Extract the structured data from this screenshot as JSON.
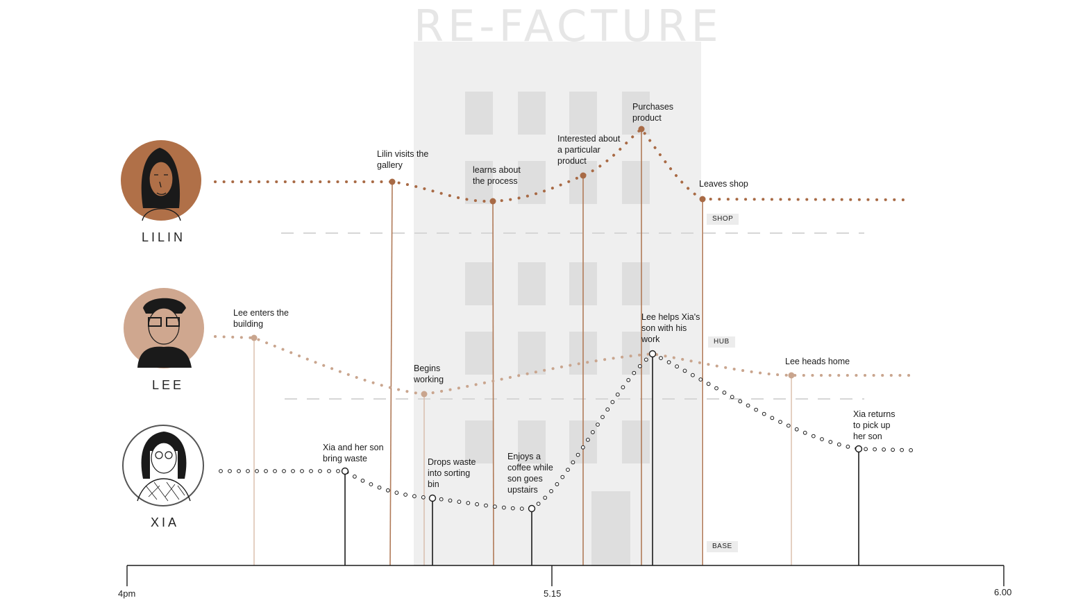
{
  "title": "RE-FACTURE",
  "zone_tags": [
    "SHOP",
    "HUB",
    "BASE"
  ],
  "axis": {
    "ticks": [
      "4pm",
      "5.15",
      "6.00"
    ]
  },
  "personas": [
    {
      "name": "LILIN",
      "color": "#a86a45",
      "avatar_bg": "#b07048",
      "line_style": "dotted-filled"
    },
    {
      "name": "LEE",
      "color": "#c9a58e",
      "avatar_bg": "#cfa78f",
      "line_style": "dotted-filled"
    },
    {
      "name": "XIA",
      "color": "#1a1a1a",
      "avatar_bg": "#ffffff",
      "line_style": "dotted-hollow"
    }
  ],
  "events": {
    "lilin": [
      "Lilin visits the\ngallery",
      "learns about\nthe process",
      "Interested about\na particular\nproduct",
      "Purchases\nproduct",
      "Leaves shop"
    ],
    "lee": [
      "Lee enters the\nbuilding",
      "Begins\nworking",
      "Lee helps Xia's\nson with his\nwork",
      "Lee heads home"
    ],
    "xia": [
      "Xia and her son\nbring waste",
      "Drops waste\ninto sorting\nbin",
      "Enjoys a\ncoffee while\nson goes\nupstairs",
      "Xia returns\nto pick up\nher son"
    ]
  }
}
